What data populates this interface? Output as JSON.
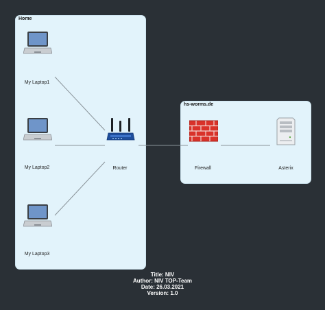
{
  "zones": {
    "home": {
      "title": "Home"
    },
    "hs_worms": {
      "title": "hs-worms.de"
    }
  },
  "nodes": {
    "laptop1": {
      "label": "My Laptop1",
      "icon": "laptop-icon"
    },
    "laptop2": {
      "label": "My Laptop2",
      "icon": "laptop-icon"
    },
    "laptop3": {
      "label": "My Laptop3",
      "icon": "laptop-icon"
    },
    "router": {
      "label": "Router",
      "icon": "router-icon"
    },
    "firewall": {
      "label": "Firewall",
      "icon": "firewall-icon"
    },
    "asterix": {
      "label": "Asterix",
      "icon": "server-icon"
    }
  },
  "links": [
    {
      "from": "laptop1",
      "to": "router"
    },
    {
      "from": "laptop2",
      "to": "router"
    },
    {
      "from": "laptop3",
      "to": "router"
    },
    {
      "from": "router",
      "to": "firewall"
    },
    {
      "from": "firewall",
      "to": "asterix"
    }
  ],
  "caption": {
    "title": "Title: NIV",
    "author": "Author: NIV TOP-Team",
    "date": "Date: 26.03.2021",
    "version": "Version: 1.0"
  },
  "colors": {
    "background": "#2a3036",
    "zone_fill": "#e2f3fb",
    "link": "#8a9399",
    "router_blue": "#1f4e9c",
    "firewall_red": "#d9322a"
  }
}
